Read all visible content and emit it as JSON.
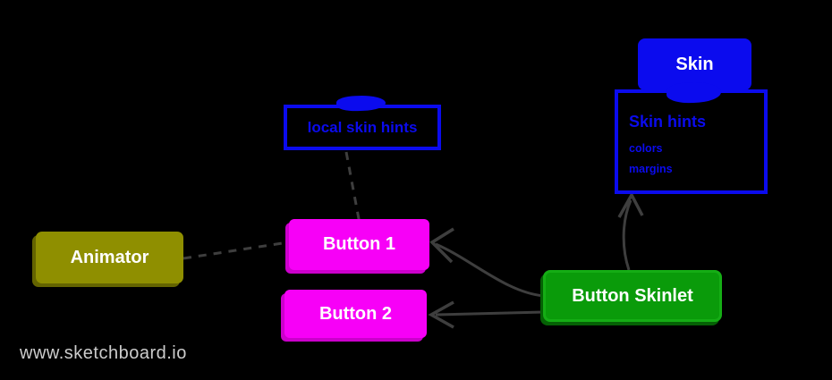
{
  "watermark": {
    "text": "www.sketchboard.io"
  },
  "nodes": {
    "skin": {
      "label": "Skin"
    },
    "skin_hints": {
      "title": "Skin hints",
      "items": [
        "colors",
        "margins",
        "..."
      ]
    },
    "local_skin_hints": {
      "label": "local skin hints"
    },
    "animator": {
      "label": "Animator"
    },
    "button1": {
      "label": "Button 1"
    },
    "button2": {
      "label": "Button 2"
    },
    "button_skinlet": {
      "label": "Button Skinlet"
    }
  },
  "edges": [
    {
      "from": "animator",
      "to": "button1",
      "style": "dashed",
      "arrow": false
    },
    {
      "from": "local_skin_hints",
      "to": "button1",
      "style": "dashed",
      "arrow": false
    },
    {
      "from": "button_skinlet",
      "to": "button1",
      "style": "solid",
      "arrow": true
    },
    {
      "from": "button_skinlet",
      "to": "button2",
      "style": "solid",
      "arrow": true
    },
    {
      "from": "button_skinlet",
      "to": "skin_hints",
      "style": "solid",
      "arrow": true
    }
  ],
  "colors": {
    "background": "#000000",
    "blue": "#0b0bee",
    "magenta": "#f700f7",
    "magenta_shadow": "#cc00cc",
    "green": "#0a9b0a",
    "green_border": "#15ad15",
    "green_shadow": "#056105",
    "olive": "#8f8f00",
    "olive_shadow": "#646400",
    "edge_gray": "#3e3e3e",
    "watermark_gray": "#cccccc",
    "label_white": "#ffffff"
  }
}
